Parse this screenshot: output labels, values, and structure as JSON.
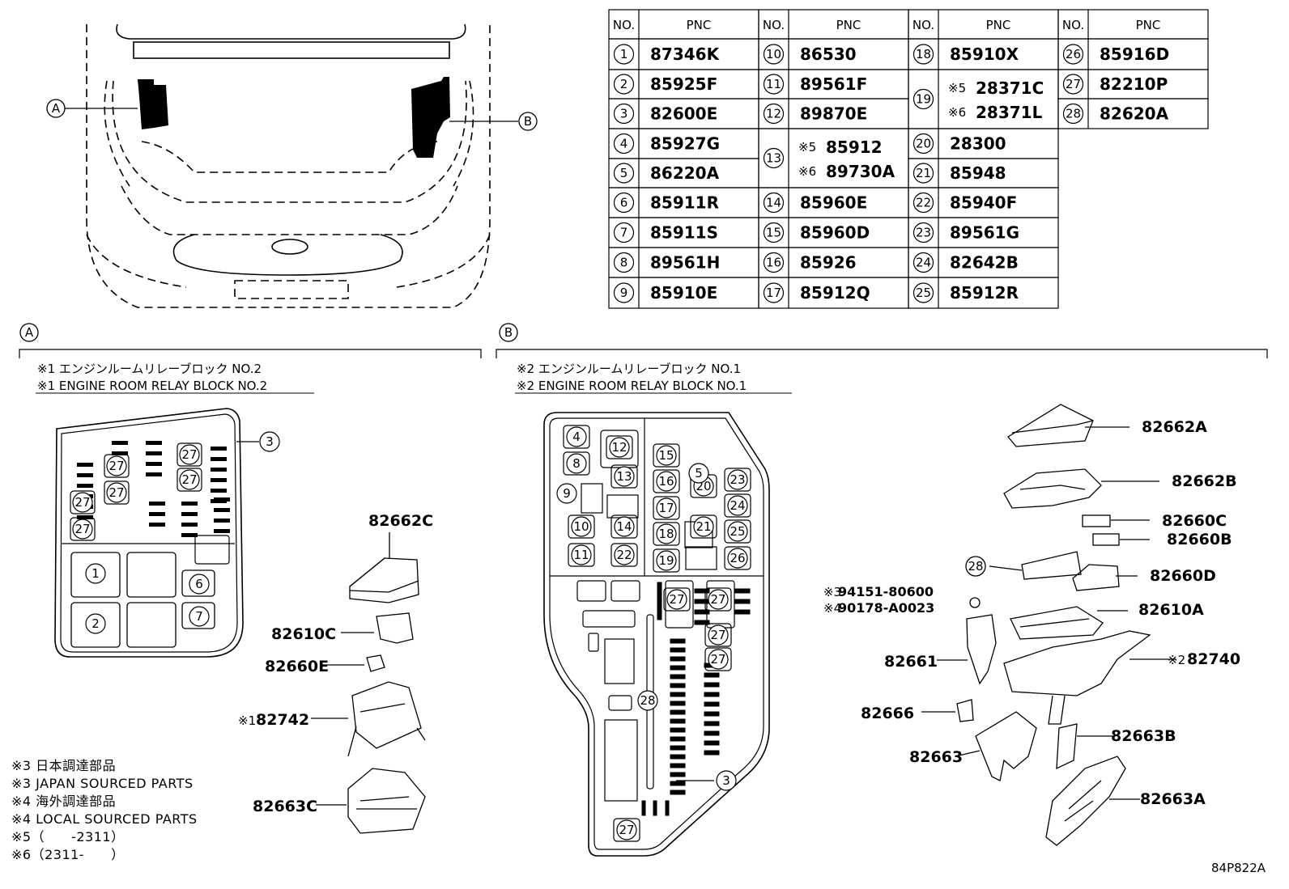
{
  "table": {
    "headers": [
      "NO.",
      "PNC"
    ],
    "rows": [
      {
        "no": "1",
        "pnc": "87346K"
      },
      {
        "no": "2",
        "pnc": "85925F"
      },
      {
        "no": "3",
        "pnc": "82600E"
      },
      {
        "no": "4",
        "pnc": "85927G"
      },
      {
        "no": "5",
        "pnc": "86220A"
      },
      {
        "no": "6",
        "pnc": "85911R"
      },
      {
        "no": "7",
        "pnc": "85911S"
      },
      {
        "no": "8",
        "pnc": "89561H"
      },
      {
        "no": "9",
        "pnc": "85910E"
      },
      {
        "no": "10",
        "pnc": "86530"
      },
      {
        "no": "11",
        "pnc": "89561F"
      },
      {
        "no": "12",
        "pnc": "89870E"
      },
      {
        "no": "13",
        "pnc_a": "85912",
        "pnc_b": "89730A",
        "mark_a": "※5",
        "mark_b": "※6"
      },
      {
        "no": "14",
        "pnc": "85960E"
      },
      {
        "no": "15",
        "pnc": "85960D"
      },
      {
        "no": "16",
        "pnc": "85926"
      },
      {
        "no": "17",
        "pnc": "85912Q"
      },
      {
        "no": "18",
        "pnc": "85910X"
      },
      {
        "no": "19",
        "pnc_a": "28371C",
        "pnc_b": "28371L",
        "mark_a": "※5",
        "mark_b": "※6"
      },
      {
        "no": "20",
        "pnc": "28300"
      },
      {
        "no": "21",
        "pnc": "85948"
      },
      {
        "no": "22",
        "pnc": "85940F"
      },
      {
        "no": "23",
        "pnc": "89561G"
      },
      {
        "no": "24",
        "pnc": "82642B"
      },
      {
        "no": "25",
        "pnc": "85912R"
      },
      {
        "no": "26",
        "pnc": "85916D"
      },
      {
        "no": "27",
        "pnc": "82210P"
      },
      {
        "no": "28",
        "pnc": "82620A"
      }
    ]
  },
  "callouts": {
    "a": "A",
    "b": "B"
  },
  "section_a": {
    "title_jp": "※1 エンジンルームリレーブロック NO.2",
    "title_en": "※1 ENGINE ROOM RELAY BLOCK NO.2",
    "parts": [
      "82662C",
      "82610C",
      "82660E",
      "82742",
      "82663C"
    ],
    "part_mark_82742": "※1"
  },
  "section_b": {
    "title_jp": "※2 エンジンルームリレーブロック NO.1",
    "title_en": "※2 ENGINE ROOM RELAY BLOCK NO.1",
    "parts": [
      "82662A",
      "82662B",
      "82660C",
      "82660B",
      "82660D",
      "82610A",
      "82740",
      "82661",
      "82666",
      "82663",
      "82663B",
      "82663A"
    ],
    "part_mark_82740": "※2",
    "bolt_a": "94151-80600",
    "bolt_a_mark": "※3",
    "bolt_b": "90178-A0023",
    "bolt_b_mark": "※4"
  },
  "notes": [
    "※3 日本調達部品",
    "※3 JAPAN SOURCED PARTS",
    "※4 海外調達部品",
    "※4 LOCAL SOURCED PARTS",
    "※5（　　-2311）",
    "※6（2311-　　）"
  ],
  "figure_id": "84P822A"
}
